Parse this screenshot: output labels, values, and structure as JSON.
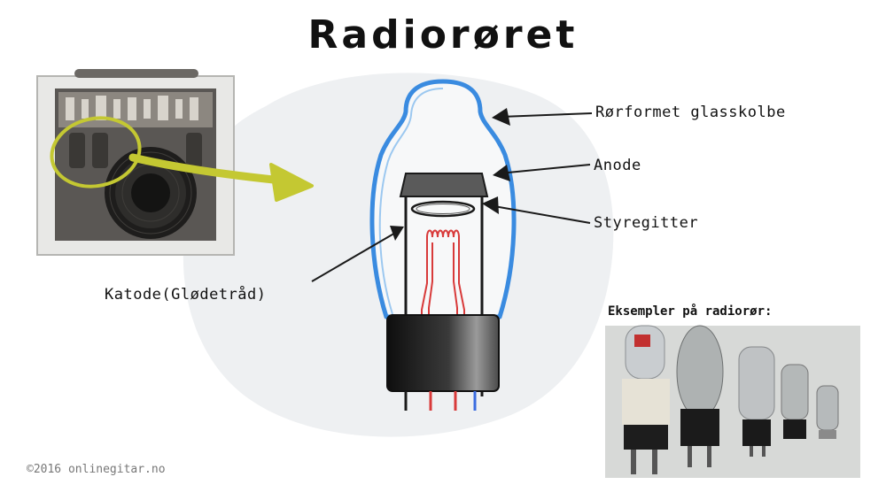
{
  "title": "Radiorøret",
  "labels": {
    "glass_bulb": "Rørformet glasskolbe",
    "anode": "Anode",
    "control_grid": "Styregitter",
    "cathode": "Katode(Glødetråd)"
  },
  "examples_caption": "Eksempler på radiorør:",
  "copyright": "©2016 onlinegitar.no",
  "colors": {
    "glass_outline": "#3a8be0",
    "filament": "#d83a3a",
    "arrow_green": "#c4c832",
    "base": "#2a2a2a"
  }
}
